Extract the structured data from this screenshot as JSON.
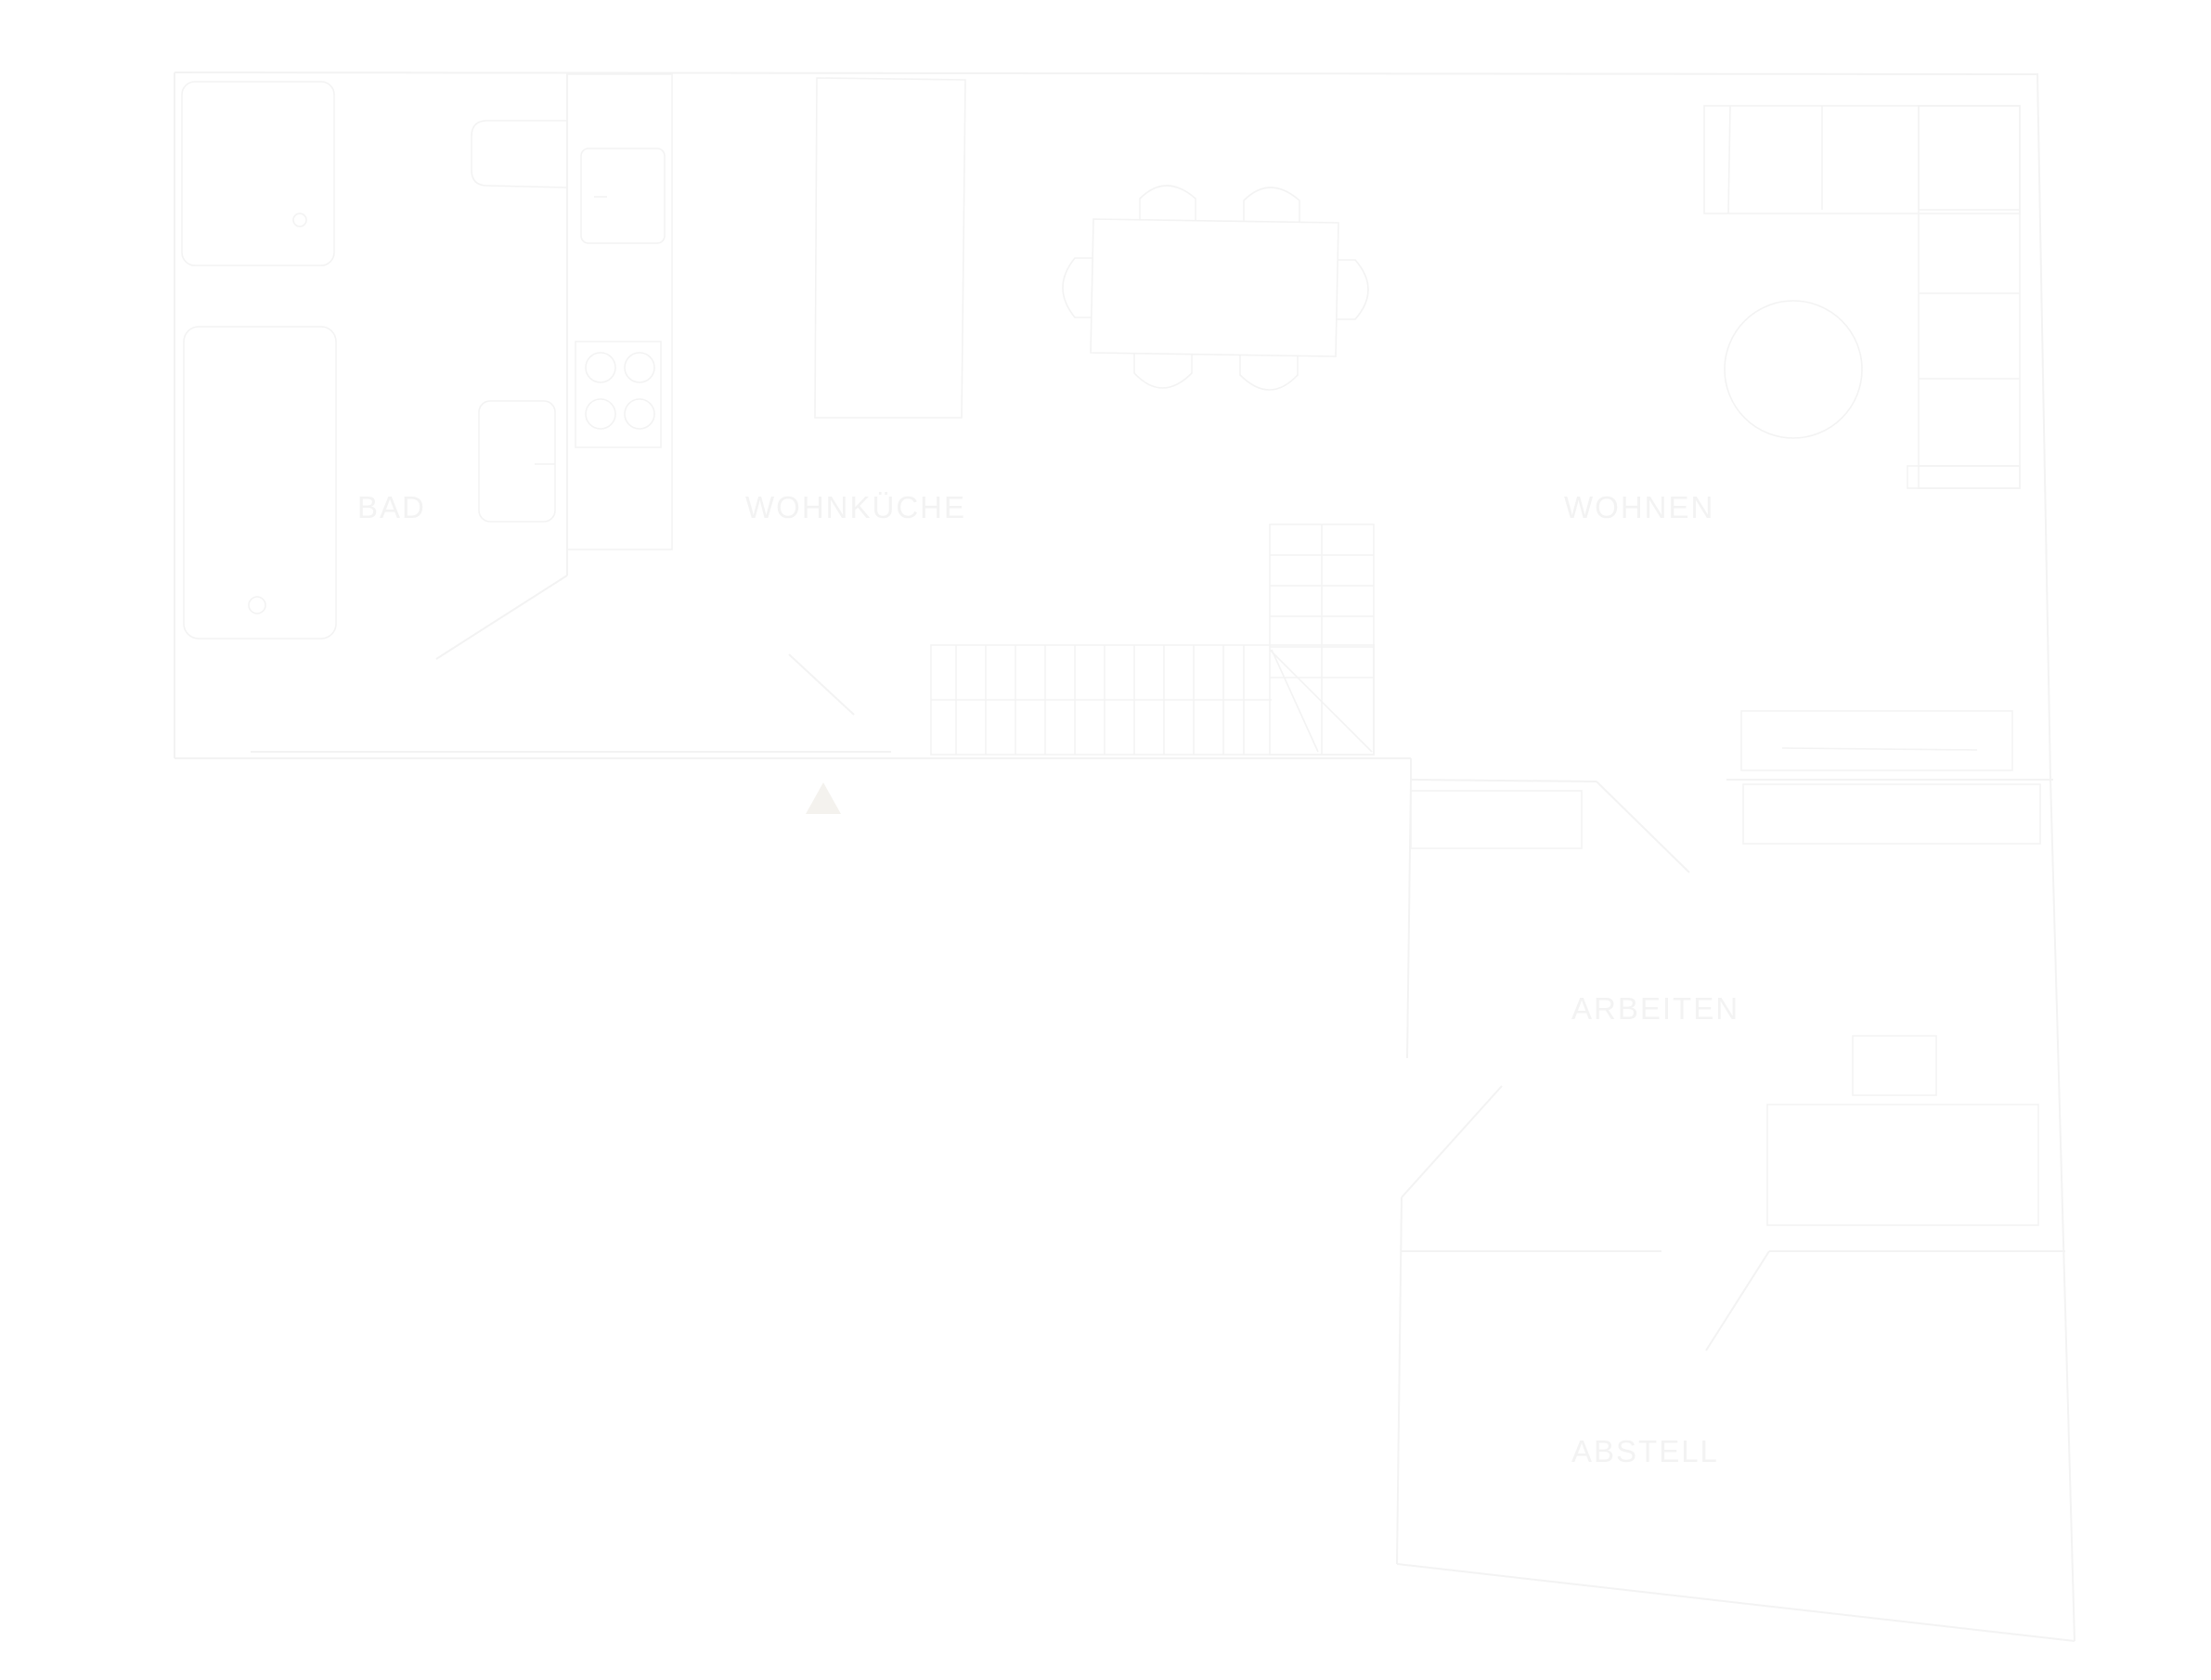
{
  "colors": {
    "background": "#ffffff",
    "lines": "#f3f3f3",
    "labels": "#f3f3f3",
    "entry_marker": "#f4f2ee"
  },
  "rooms": {
    "bad": "BAD",
    "wohnkueche": "WOHNKÜCHE",
    "wohnen": "WOHNEN",
    "arbeiten": "ARBEITEN",
    "abstell": "ABSTELL"
  },
  "icons": {
    "entry": "entry-triangle-icon"
  }
}
